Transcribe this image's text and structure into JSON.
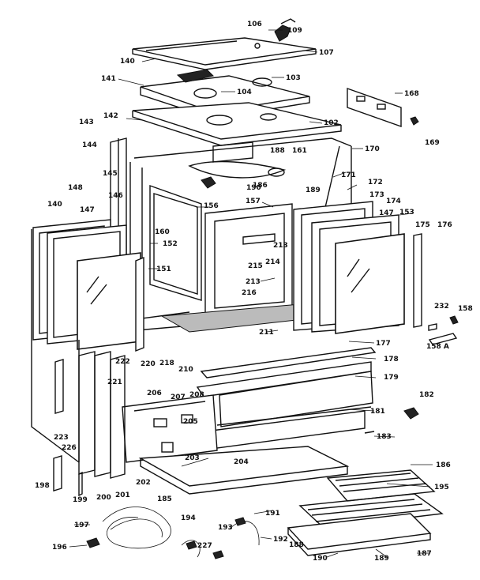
{
  "labels": [
    {
      "id": "l106a",
      "text": "106"
    },
    {
      "id": "l109a",
      "text": "109"
    },
    {
      "id": "l107",
      "text": "107"
    },
    {
      "id": "l140a",
      "text": "140"
    },
    {
      "id": "l103",
      "text": "103"
    },
    {
      "id": "l141",
      "text": "141"
    },
    {
      "id": "l104",
      "text": "104"
    },
    {
      "id": "l168",
      "text": "168"
    },
    {
      "id": "l169",
      "text": "169"
    },
    {
      "id": "l142",
      "text": "142"
    },
    {
      "id": "l143",
      "text": "143"
    },
    {
      "id": "l102",
      "text": "102"
    },
    {
      "id": "l144",
      "text": "144"
    },
    {
      "id": "l170a",
      "text": "170"
    },
    {
      "id": "l188",
      "text": "188"
    },
    {
      "id": "l161",
      "text": "161"
    },
    {
      "id": "l145",
      "text": "145"
    },
    {
      "id": "l171",
      "text": "171"
    },
    {
      "id": "l172",
      "text": "172"
    },
    {
      "id": "l173",
      "text": "173"
    },
    {
      "id": "l174",
      "text": "174"
    },
    {
      "id": "l148",
      "text": "148"
    },
    {
      "id": "l146",
      "text": "146"
    },
    {
      "id": "l186",
      "text": "186"
    },
    {
      "id": "l190",
      "text": "190"
    },
    {
      "id": "l189",
      "text": "189"
    },
    {
      "id": "l140b",
      "text": "140"
    },
    {
      "id": "l147a",
      "text": "147"
    },
    {
      "id": "l156",
      "text": "156"
    },
    {
      "id": "l157",
      "text": "157"
    },
    {
      "id": "l147b",
      "text": "147"
    },
    {
      "id": "l153",
      "text": "153"
    },
    {
      "id": "l175",
      "text": "175"
    },
    {
      "id": "l176",
      "text": "176"
    },
    {
      "id": "l160",
      "text": "160"
    },
    {
      "id": "l152",
      "text": "152"
    },
    {
      "id": "l215",
      "text": "215"
    },
    {
      "id": "l214",
      "text": "214"
    },
    {
      "id": "l213a",
      "text": "213"
    },
    {
      "id": "l151",
      "text": "151"
    },
    {
      "id": "l213b",
      "text": "213"
    },
    {
      "id": "l216",
      "text": "216"
    },
    {
      "id": "l211",
      "text": "211"
    },
    {
      "id": "l232",
      "text": "232"
    },
    {
      "id": "l158",
      "text": "158"
    },
    {
      "id": "l220",
      "text": "220"
    },
    {
      "id": "l218",
      "text": "218"
    },
    {
      "id": "l210",
      "text": "210"
    },
    {
      "id": "l177",
      "text": "177"
    },
    {
      "id": "l178",
      "text": "178"
    },
    {
      "id": "l158a",
      "text": "158 A"
    },
    {
      "id": "l222",
      "text": "222"
    },
    {
      "id": "l179",
      "text": "179"
    },
    {
      "id": "l221",
      "text": "221"
    },
    {
      "id": "l206",
      "text": "206"
    },
    {
      "id": "l207",
      "text": "207"
    },
    {
      "id": "l208",
      "text": "208"
    },
    {
      "id": "l182",
      "text": "182"
    },
    {
      "id": "l205",
      "text": "205"
    },
    {
      "id": "l181",
      "text": "181"
    },
    {
      "id": "l223",
      "text": "223"
    },
    {
      "id": "l183",
      "text": "183"
    },
    {
      "id": "l226",
      "text": "226"
    },
    {
      "id": "l203",
      "text": "203"
    },
    {
      "id": "l204",
      "text": "204"
    },
    {
      "id": "l202",
      "text": "202"
    },
    {
      "id": "l185",
      "text": "185"
    },
    {
      "id": "l198",
      "text": "198"
    },
    {
      "id": "l199",
      "text": "199"
    },
    {
      "id": "l200",
      "text": "200"
    },
    {
      "id": "l201",
      "text": "201"
    },
    {
      "id": "l186b",
      "text": "186"
    },
    {
      "id": "l195",
      "text": "195"
    },
    {
      "id": "l194",
      "text": "194"
    },
    {
      "id": "l191",
      "text": "191"
    },
    {
      "id": "l193",
      "text": "193"
    },
    {
      "id": "l197",
      "text": "197"
    },
    {
      "id": "l196",
      "text": "196"
    },
    {
      "id": "l227",
      "text": "227"
    },
    {
      "id": "l192",
      "text": "192"
    },
    {
      "id": "l188b",
      "text": "188"
    },
    {
      "id": "l190b",
      "text": "190"
    },
    {
      "id": "l187",
      "text": "187"
    },
    {
      "id": "l189b",
      "text": "189"
    }
  ]
}
